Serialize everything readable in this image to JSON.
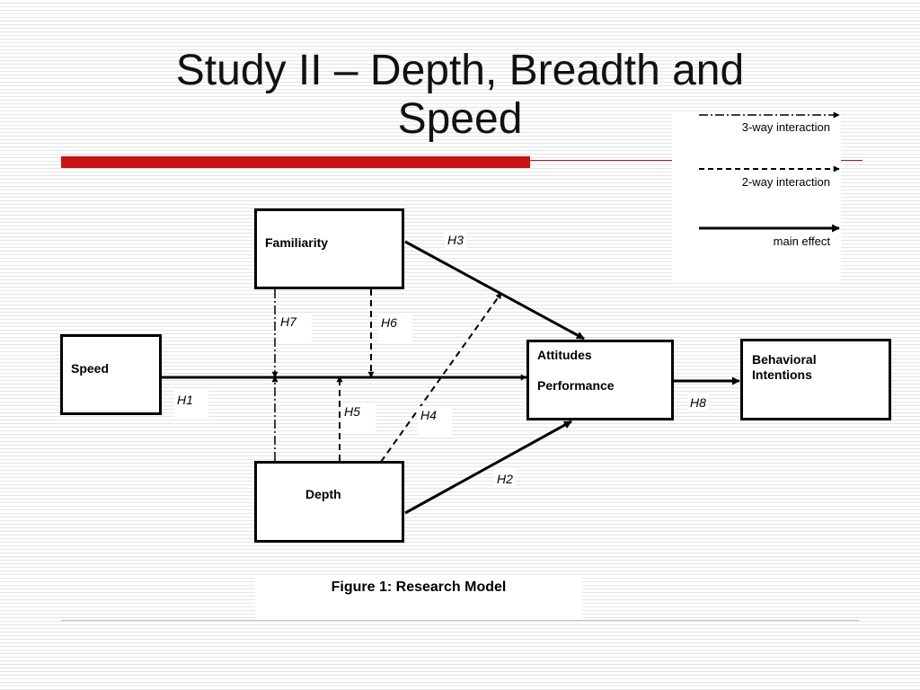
{
  "title": {
    "line1": "Study II – Depth, Breadth and",
    "line2": "Speed"
  },
  "legend": {
    "three_way": "3-way interaction",
    "two_way": "2-way interaction",
    "main_effect": "main effect"
  },
  "nodes": {
    "familiarity": "Familiarity",
    "speed": "Speed",
    "depth": "Depth",
    "attitudes": "Attitudes",
    "performance": "Performance",
    "behavioral_line1": "Behavioral",
    "behavioral_line2": "Intentions"
  },
  "hypotheses": {
    "h1": "H1",
    "h2": "H2",
    "h3": "H3",
    "h4": "H4",
    "h5": "H5",
    "h6": "H6",
    "h7": "H7",
    "h8": "H8"
  },
  "caption": "Figure 1: Research Model"
}
